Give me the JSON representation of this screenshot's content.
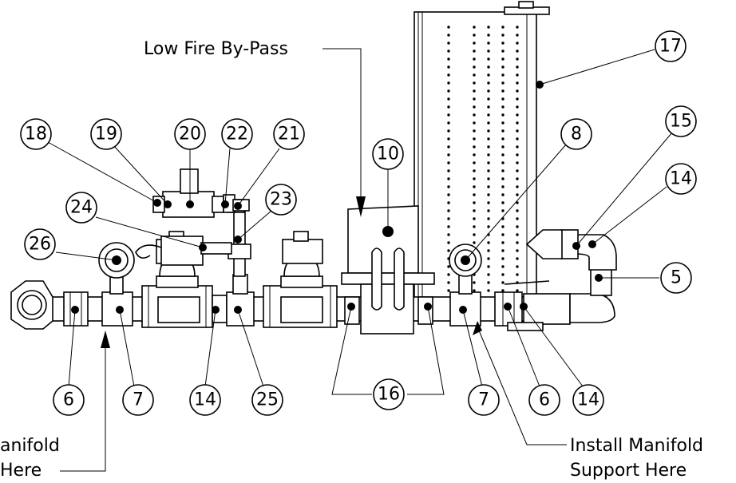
{
  "notes": {
    "low_fire_bypass": "Low Fire By-Pass",
    "install_left_line1": "anifold",
    "install_left_line2": "Here",
    "install_right_line1": "Install Manifold",
    "install_right_line2": "Support Here"
  },
  "callouts": {
    "c17": "17",
    "c15": "15",
    "c14_upper": "14",
    "c5": "5",
    "c8": "8",
    "c10": "10",
    "c18": "18",
    "c19": "19",
    "c20": "20",
    "c22": "22",
    "c21": "21",
    "c23": "23",
    "c24": "24",
    "c26": "26",
    "c6_left": "6",
    "c7_left": "7",
    "c14_bottom": "14",
    "c25": "25",
    "c16": "16",
    "c7_right": "7",
    "c6_right": "6",
    "c14_right": "14"
  }
}
